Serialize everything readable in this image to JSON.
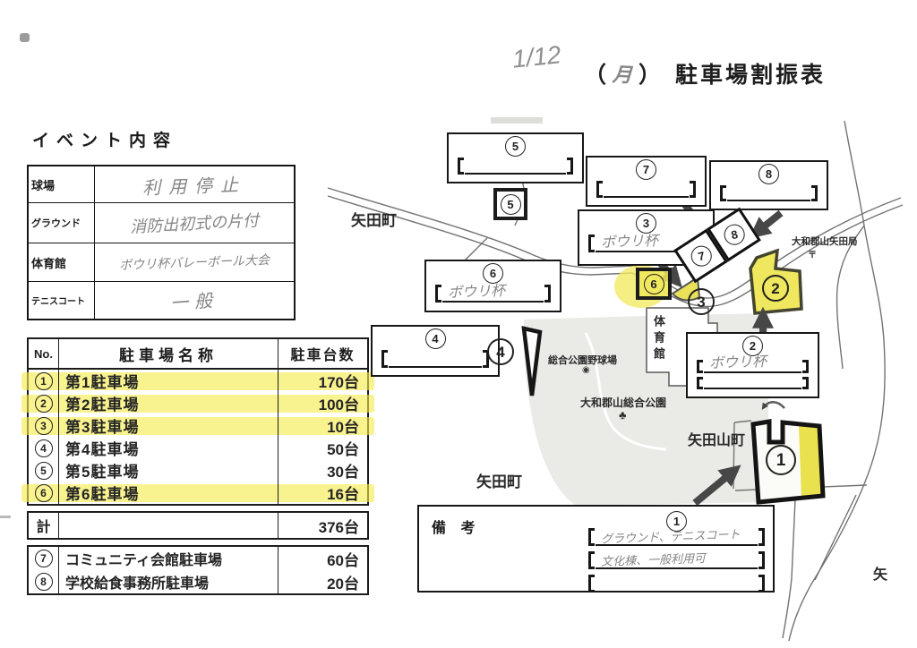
{
  "header": {
    "handwritten_date": "1/12",
    "paren_open": "（",
    "handwritten_weekday": "月",
    "paren_close": "）",
    "title": "駐車場割振表"
  },
  "event": {
    "heading": "イベント内容",
    "rows": [
      {
        "label": "球場",
        "value": "利用停止"
      },
      {
        "label": "グラウンド",
        "value": "消防出初式の片付"
      },
      {
        "label": "体育館",
        "value": "ボウリ杯バレーボール大会"
      },
      {
        "label": "テニスコート",
        "value": "一般"
      }
    ]
  },
  "parking": {
    "col_no": "No.",
    "col_name": "駐車場名称",
    "col_capacity": "駐車台数",
    "rows": [
      {
        "no": "1",
        "name": "第1駐車場",
        "capacity": "170台",
        "highlighted": true
      },
      {
        "no": "2",
        "name": "第2駐車場",
        "capacity": "100台",
        "highlighted": true
      },
      {
        "no": "3",
        "name": "第3駐車場",
        "capacity": "10台",
        "highlighted": true
      },
      {
        "no": "4",
        "name": "第4駐車場",
        "capacity": "50台",
        "highlighted": false
      },
      {
        "no": "5",
        "name": "第5駐車場",
        "capacity": "30台",
        "highlighted": false
      },
      {
        "no": "6",
        "name": "第6駐車場",
        "capacity": "16台",
        "highlighted": true
      }
    ],
    "total_label": "計",
    "total_capacity": "376台",
    "extra_rows": [
      {
        "no": "7",
        "name": "コミュニティ会館駐車場",
        "capacity": "60台"
      },
      {
        "no": "8",
        "name": "学校給食事務所駐車場",
        "capacity": "20台"
      }
    ]
  },
  "map": {
    "labels": {
      "town_upper": "矢田町",
      "town_lower": "矢田町",
      "yatayama": "矢田山町",
      "post_office": "大和郡山矢田局",
      "postal_mark": "〒",
      "ballpark": "総合公園野球場",
      "park_name": "大和郡山総合公園",
      "gym": "体育館",
      "edge_char": "矢",
      "tree_icon": "♣",
      "ballpark_icon": "◉"
    },
    "boxes": {
      "b5": {
        "no": "5",
        "entry": ""
      },
      "b7": {
        "no": "7",
        "entry": ""
      },
      "b8": {
        "no": "8",
        "entry": ""
      },
      "b3": {
        "no": "3",
        "entry": "ボウリ杯"
      },
      "b6": {
        "no": "6",
        "entry": "ボウリ杯"
      },
      "b4": {
        "no": "4",
        "entry": ""
      },
      "b2": {
        "no": "2",
        "entry1": "ボウリ杯",
        "entry2": ""
      }
    },
    "markers": {
      "m1": "1",
      "m2": "2",
      "m3": "3",
      "m4": "4",
      "m5": "5",
      "m6": "6",
      "m7": "7",
      "m8": "8"
    },
    "remarks": {
      "label": "備 考",
      "no": "1",
      "line1": "グラウンド、テニスコート",
      "line2": "文化棟、一般利用可",
      "line3": ""
    }
  },
  "colors": {
    "highlight_yellow": "#f2e95e",
    "ink": "#1c1c1c",
    "pencil": "#868686"
  }
}
